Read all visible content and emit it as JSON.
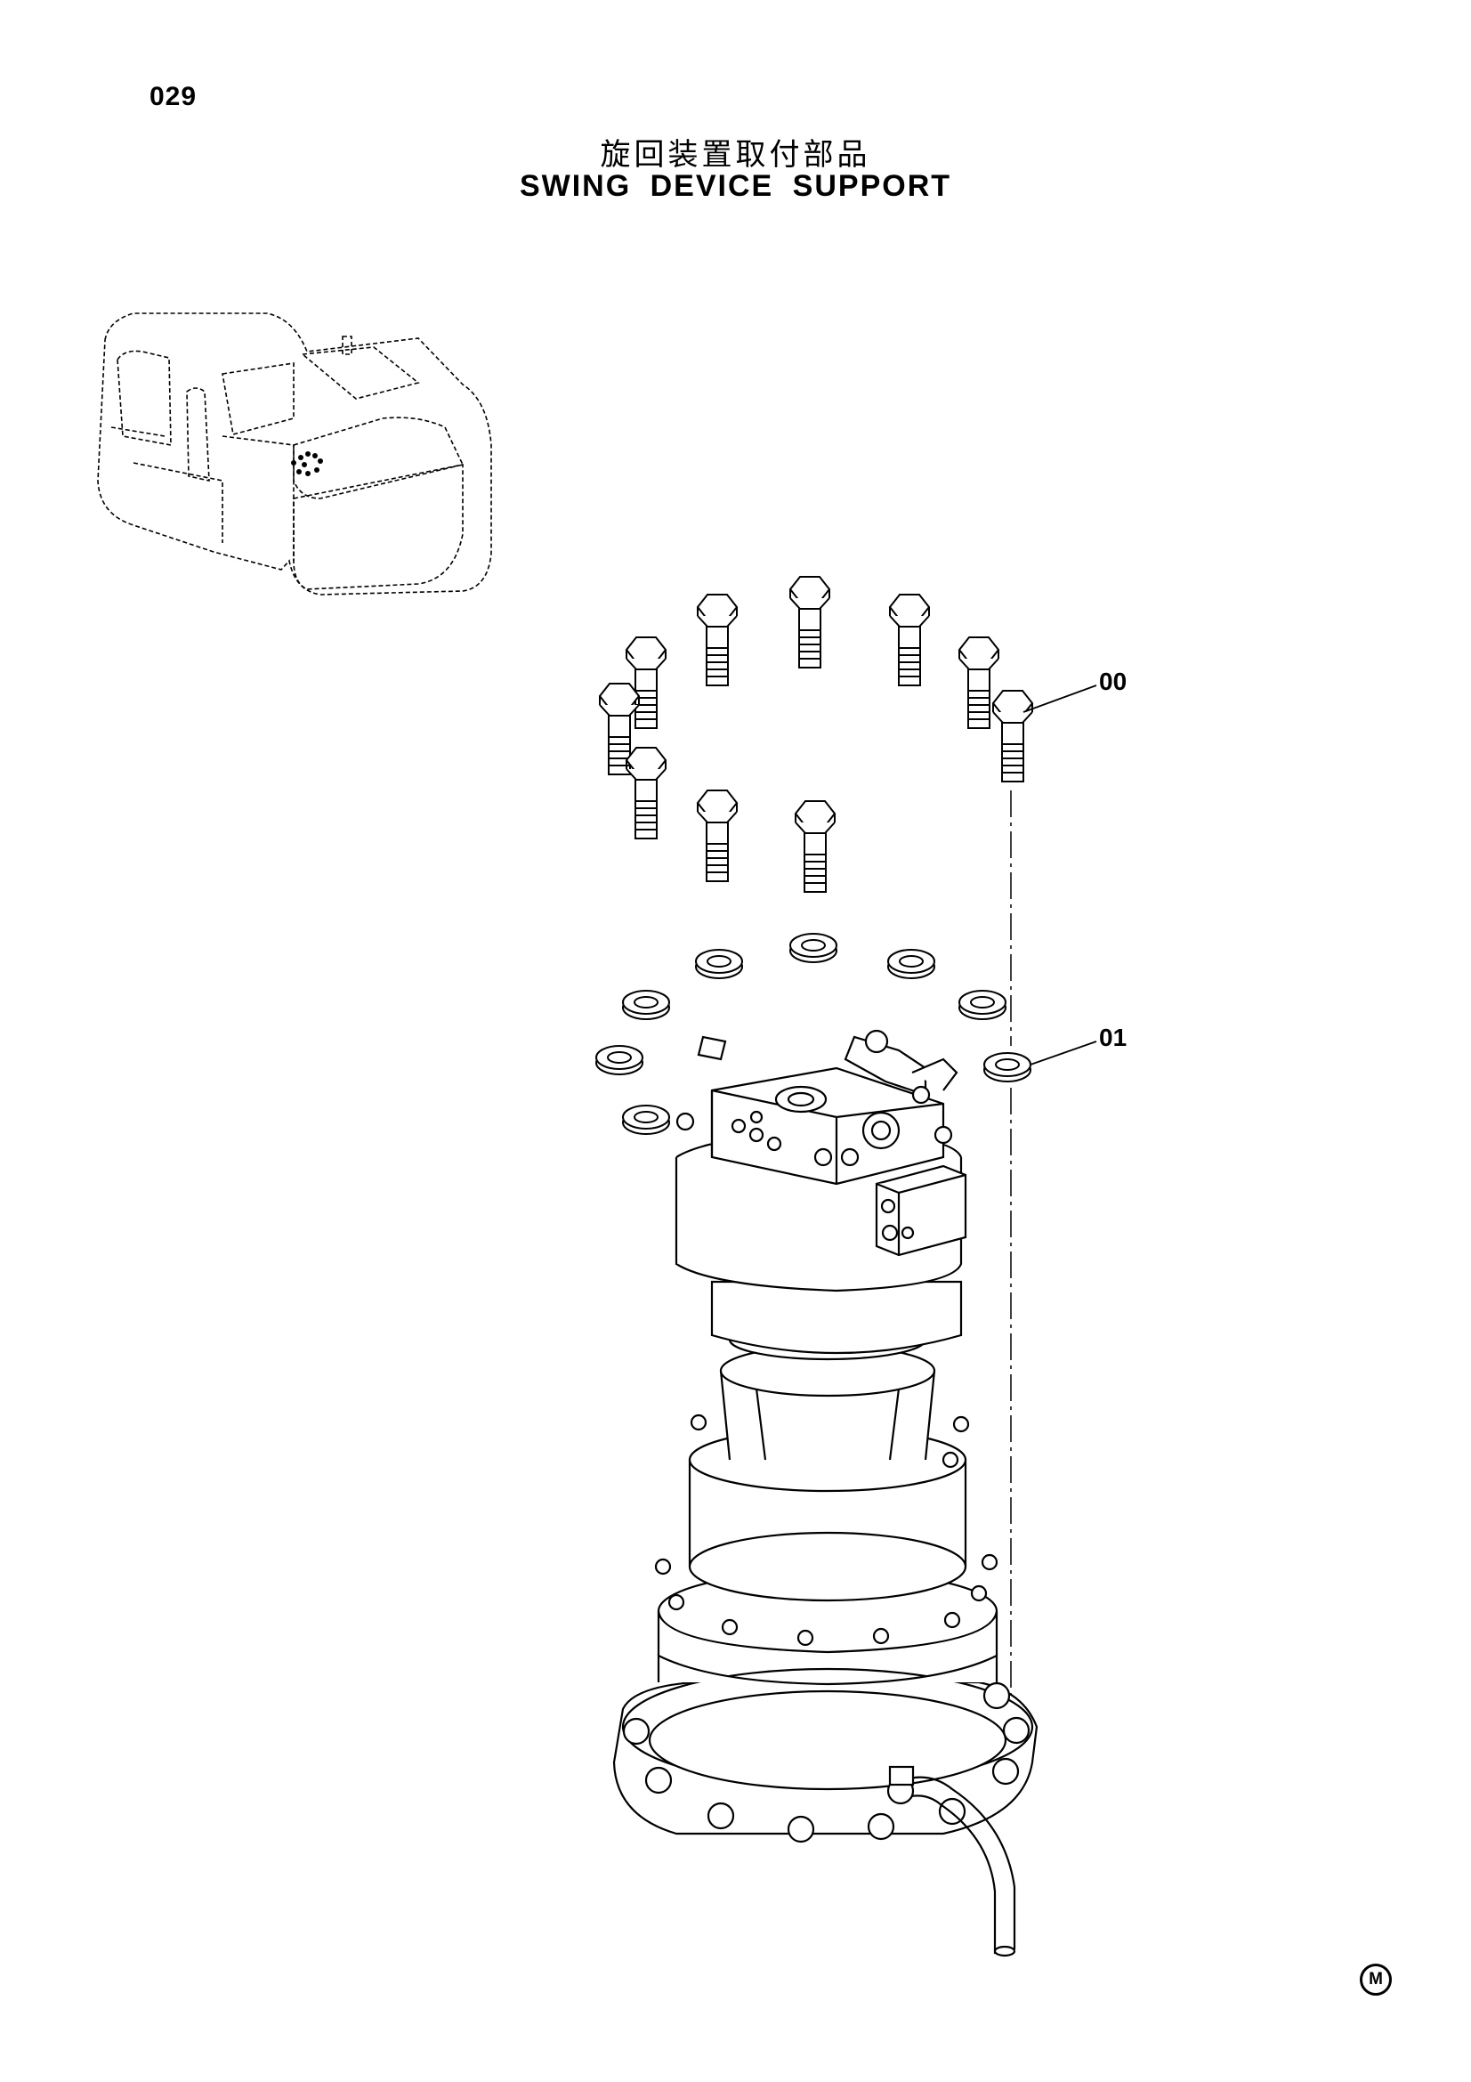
{
  "page": {
    "number": "029",
    "title_japanese": "旋回装置取付部品",
    "title_english": "SWING DEVICE SUPPORT"
  },
  "callouts": [
    {
      "id": "00"
    },
    {
      "id": "01"
    }
  ],
  "mark": "M",
  "colors": {
    "ink": "#000000",
    "paper": "#ffffff"
  }
}
